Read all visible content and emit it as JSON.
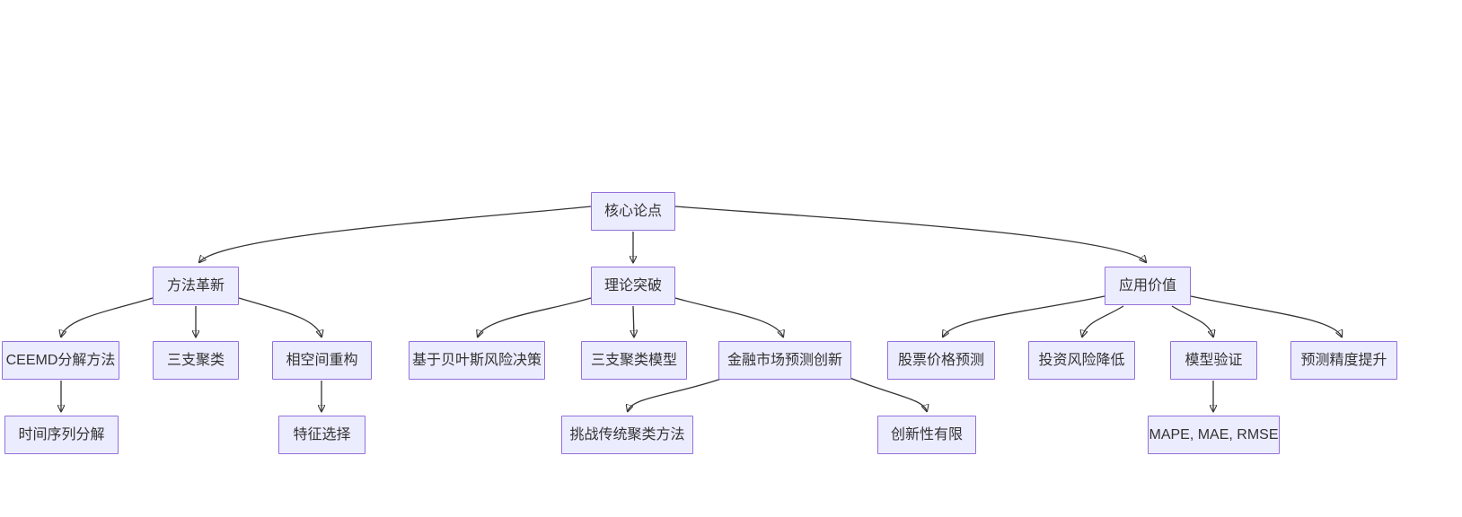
{
  "diagram": {
    "type": "flowchart",
    "orientation": "top-down",
    "colors": {
      "background": "#ffffff",
      "node_fill": "#ECECFF",
      "node_border": "#9370DB",
      "node_text": "#333333",
      "edge": "#333333"
    },
    "nodes": {
      "core_thesis": {
        "label": "核心论点"
      },
      "method_innovation": {
        "label": "方法革新"
      },
      "theoretical_breakthrough": {
        "label": "理论突破"
      },
      "application_value": {
        "label": "应用价值"
      },
      "ceemd_decomposition": {
        "label": "CEEMD分解方法"
      },
      "three_way_clustering": {
        "label": "三支聚类"
      },
      "phase_space_reconstruction": {
        "label": "相空间重构"
      },
      "bayesian_risk_decision": {
        "label": "基于贝叶斯风险决策"
      },
      "three_way_clustering_model": {
        "label": "三支聚类模型"
      },
      "financial_market_forecast_innovation": {
        "label": "金融市场预测创新"
      },
      "stock_price_prediction": {
        "label": "股票价格预测"
      },
      "investment_risk_reduction": {
        "label": "投资风险降低"
      },
      "model_validation": {
        "label": "模型验证"
      },
      "forecast_accuracy_improvement": {
        "label": "预测精度提升"
      },
      "time_series_decomposition": {
        "label": "时间序列分解"
      },
      "feature_selection": {
        "label": "特征选择"
      },
      "challenge_traditional_clustering": {
        "label": "挑战传统聚类方法"
      },
      "limited_innovation": {
        "label": "创新性有限"
      },
      "evaluation_metrics": {
        "label": "MAPE, MAE, RMSE"
      }
    },
    "edges": [
      {
        "from": "core_thesis",
        "to": "method_innovation"
      },
      {
        "from": "core_thesis",
        "to": "theoretical_breakthrough"
      },
      {
        "from": "core_thesis",
        "to": "application_value"
      },
      {
        "from": "method_innovation",
        "to": "ceemd_decomposition"
      },
      {
        "from": "method_innovation",
        "to": "three_way_clustering"
      },
      {
        "from": "method_innovation",
        "to": "phase_space_reconstruction"
      },
      {
        "from": "ceemd_decomposition",
        "to": "time_series_decomposition"
      },
      {
        "from": "phase_space_reconstruction",
        "to": "feature_selection"
      },
      {
        "from": "theoretical_breakthrough",
        "to": "bayesian_risk_decision"
      },
      {
        "from": "theoretical_breakthrough",
        "to": "three_way_clustering_model"
      },
      {
        "from": "theoretical_breakthrough",
        "to": "financial_market_forecast_innovation"
      },
      {
        "from": "financial_market_forecast_innovation",
        "to": "challenge_traditional_clustering"
      },
      {
        "from": "financial_market_forecast_innovation",
        "to": "limited_innovation"
      },
      {
        "from": "application_value",
        "to": "stock_price_prediction"
      },
      {
        "from": "application_value",
        "to": "investment_risk_reduction"
      },
      {
        "from": "application_value",
        "to": "model_validation"
      },
      {
        "from": "application_value",
        "to": "forecast_accuracy_improvement"
      },
      {
        "from": "model_validation",
        "to": "evaluation_metrics"
      }
    ]
  }
}
